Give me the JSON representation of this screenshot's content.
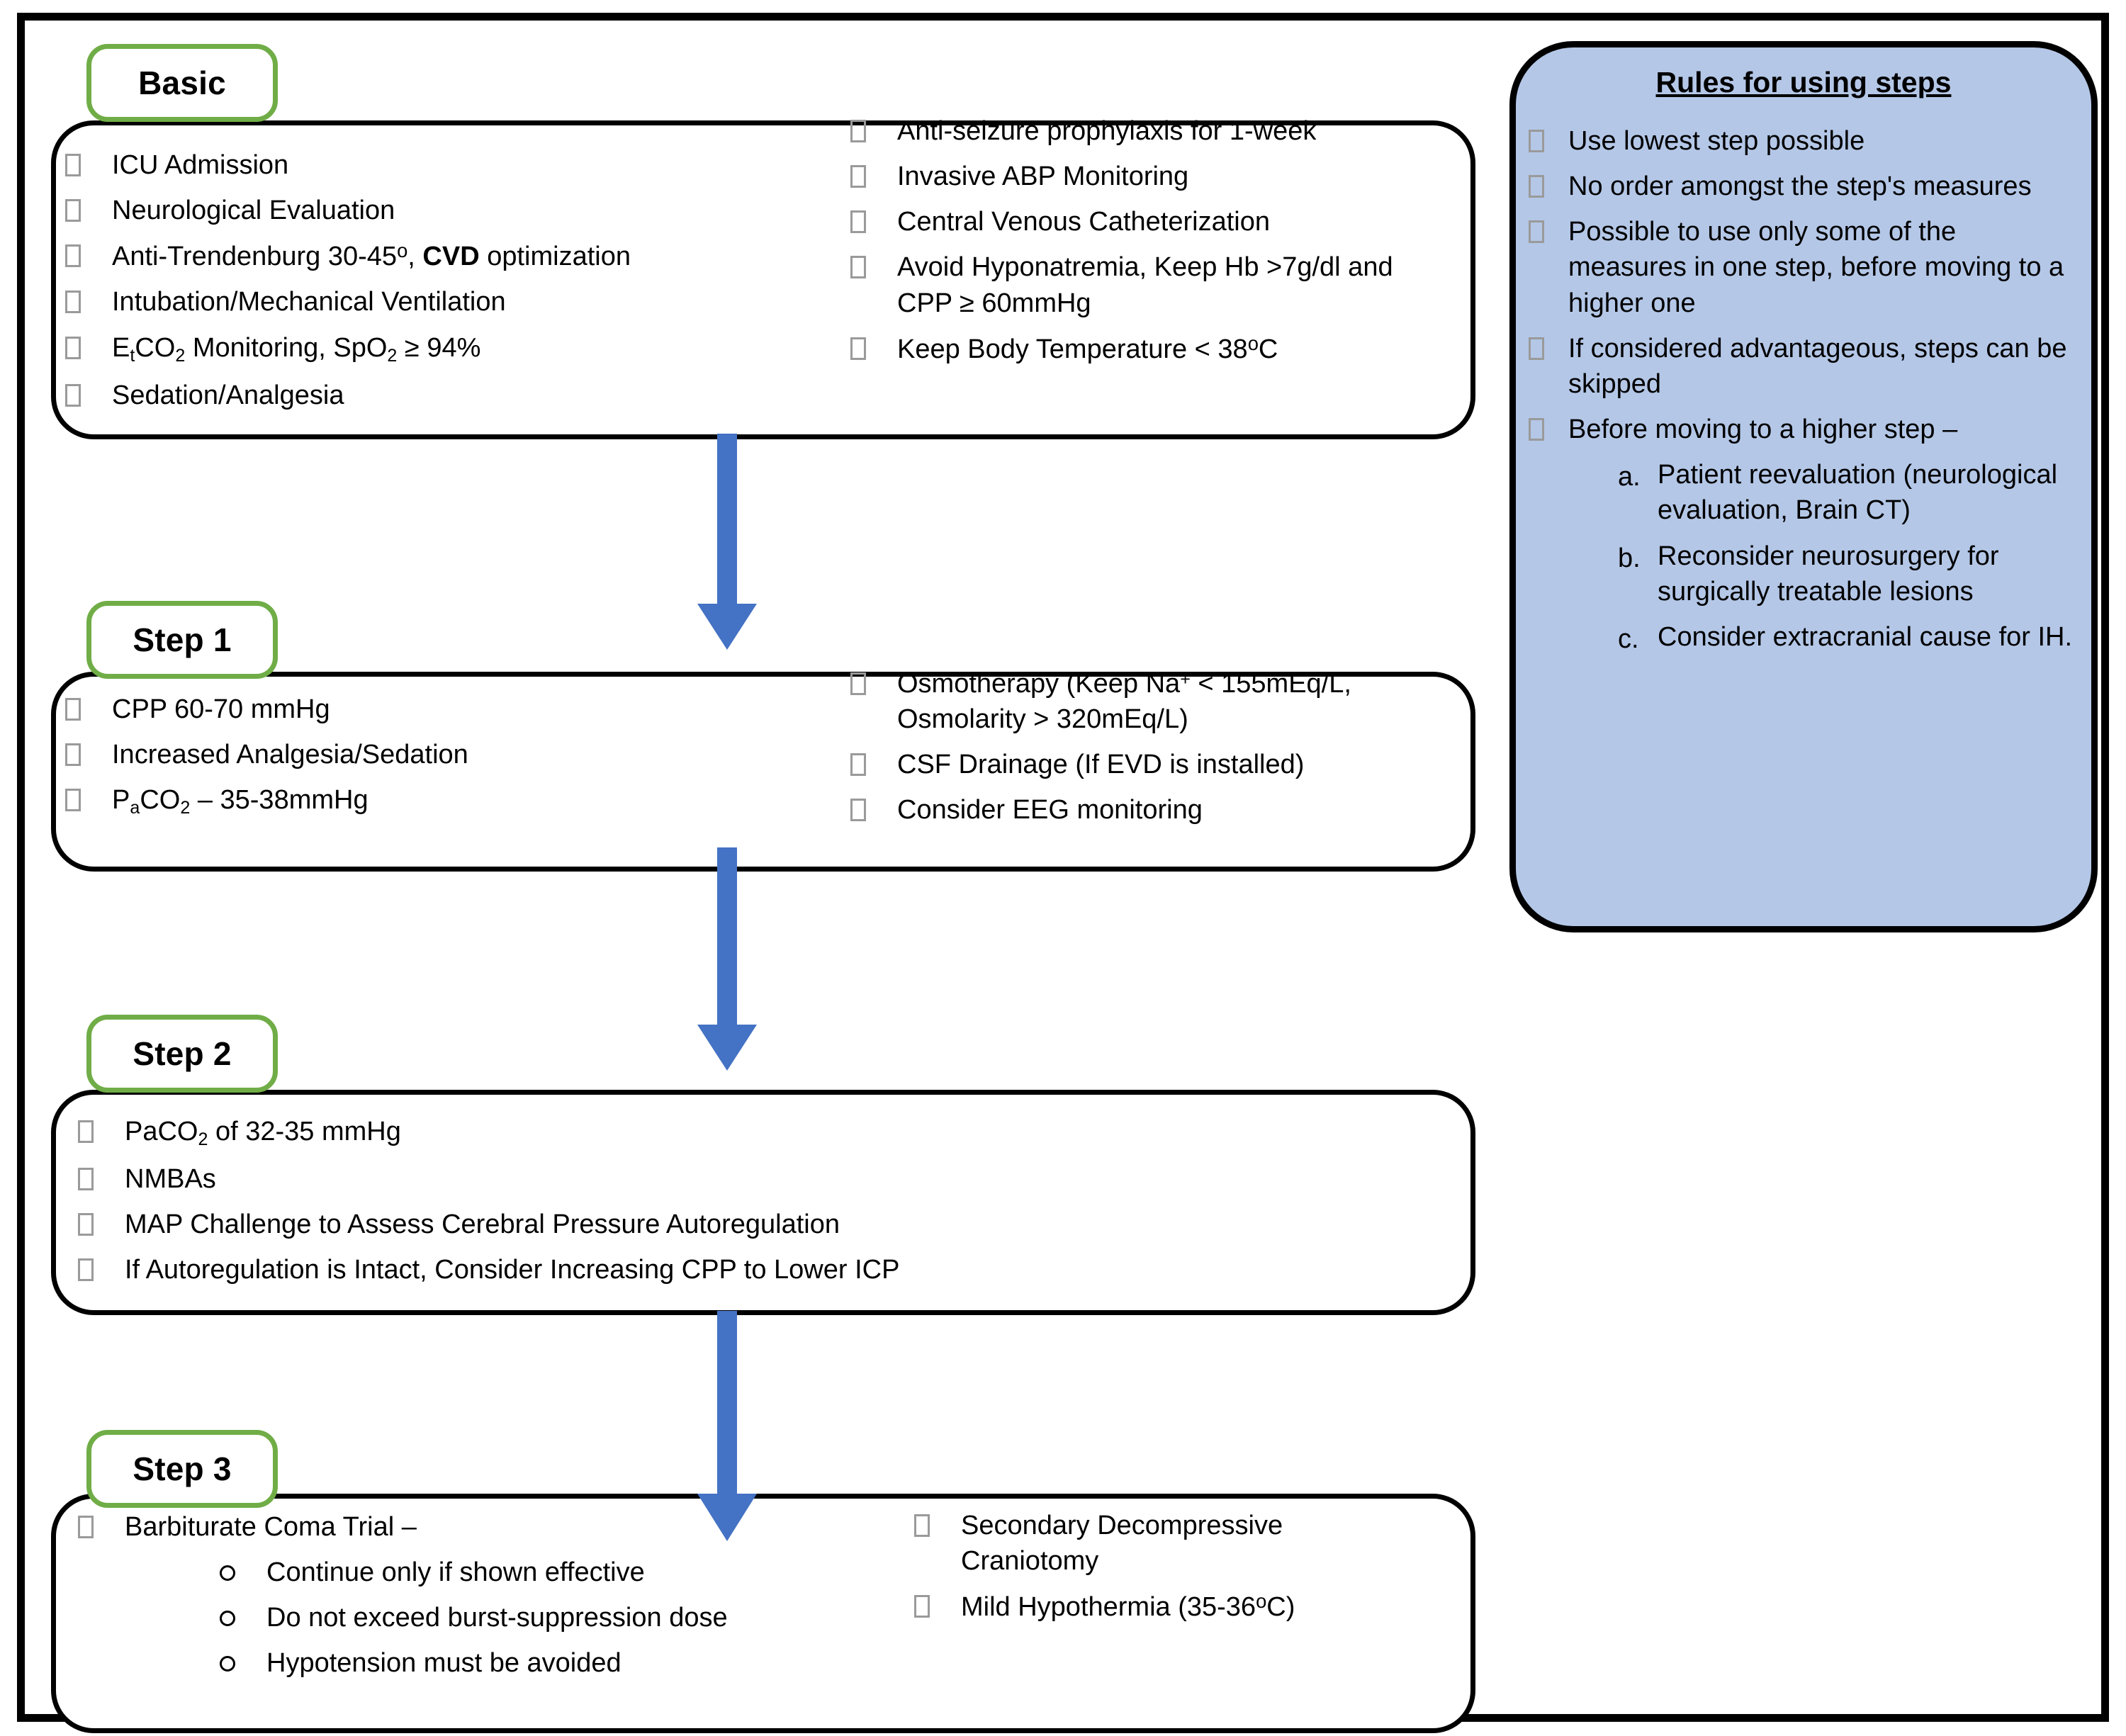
{
  "colors": {
    "chip_border_green": "#70AD47",
    "arrow_blue": "#4472C4",
    "rules_panel_blue": "#B4C7E7",
    "box_border_black": "#000000"
  },
  "sections": [
    {
      "chip_label": "Basic",
      "left_items": [
        "ICU Admission",
        "Neurological Evaluation",
        "Anti-Trendenburg 30-45°, CVD optimization",
        "Intubation/Mechanical Ventilation",
        "EₜCO₂ Monitoring, SpO₂ ≥ 94%",
        "Sedation/Analgesia"
      ],
      "right_items": [
        "Anti-seizure prophylaxis for 1-week",
        "Invasive ABP Monitoring",
        "Central Venous Catheterization",
        "Avoid Hyponatremia, Keep Hb >7g/dl and CPP ≥ 60mmHg",
        "Keep Body Temperature < 38°C"
      ]
    },
    {
      "chip_label": "Step 1",
      "left_items": [
        "CPP 60-70 mmHg",
        "Increased Analgesia/Sedation",
        "PₐCO₂ – 35-38mmHg"
      ],
      "right_items": [
        "Osmotherapy (Keep Na⁺ < 155mEq/L, Osmolarity > 320mEq/L)",
        "CSF Drainage (If EVD is installed)",
        "Consider EEG monitoring"
      ]
    },
    {
      "chip_label": "Step 2",
      "left_items": [
        "PaCO₂ of 32-35 mmHg",
        "NMBAs",
        "MAP Challenge to Assess Cerebral Pressure Autoregulation",
        "If Autoregulation is Intact, Consider Increasing CPP to Lower ICP"
      ],
      "right_items": []
    },
    {
      "chip_label": "Step 3",
      "left_items": [
        "Barbiturate Coma Trial –"
      ],
      "left_subitems": [
        "Continue only if shown effective",
        "Do not exceed burst-suppression dose",
        "Hypotension must be avoided"
      ],
      "right_items": [
        "Secondary Decompressive Craniotomy",
        "Mild Hypothermia (35-36°C)"
      ]
    }
  ],
  "rules": {
    "title": "Rules for using steps",
    "items": [
      "Use lowest step possible",
      "No order amongst the step's measures",
      "Possible to use only some of the measures in one step, before moving to a higher one",
      "If considered advantageous, steps can be skipped",
      "Before moving to a higher step –"
    ],
    "sub_items": [
      {
        "marker": "a.",
        "text": "Patient reevaluation (neurological evaluation, Brain CT)"
      },
      {
        "marker": "b.",
        "text": "Reconsider neurosurgery for surgically treatable lesions"
      },
      {
        "marker": "c.",
        "text": "Consider extracranial cause for IH."
      }
    ]
  },
  "arrows": [
    {
      "from": "Basic",
      "to": "Step 1"
    },
    {
      "from": "Step 1",
      "to": "Step 2"
    },
    {
      "from": "Step 2",
      "to": "Step 3"
    }
  ]
}
